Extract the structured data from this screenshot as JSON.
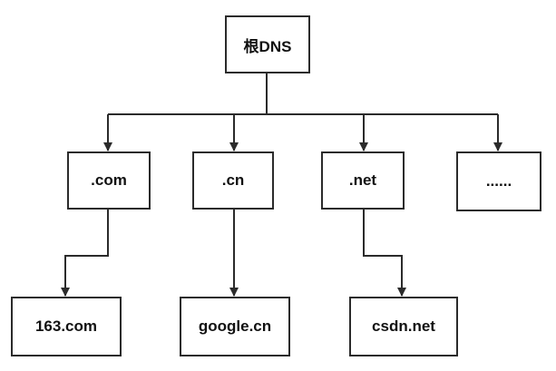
{
  "diagram": {
    "root": {
      "label": "根DNS"
    },
    "tlds": [
      {
        "label": ".com"
      },
      {
        "label": ".cn"
      },
      {
        "label": ".net"
      },
      {
        "label": "......"
      }
    ],
    "domains": [
      {
        "label": "163.com"
      },
      {
        "label": "google.cn"
      },
      {
        "label": "csdn.net"
      }
    ],
    "colors": {
      "line": "#2b2b2b",
      "box_border": "#2b2b2b",
      "background": "#ffffff",
      "text": "#111111"
    }
  }
}
